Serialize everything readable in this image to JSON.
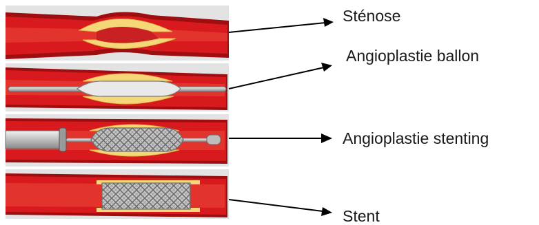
{
  "labels": {
    "stenose": "Sténose",
    "balloon": "Angioplastie ballon",
    "stenting": "Angioplastie stenting",
    "stent": "Stent"
  },
  "colors": {
    "vessel_wall": "#d8191d",
    "vessel_dark": "#9e0d10",
    "lumen": "#e2332d",
    "plaque": "#f5d77a",
    "intima": "#f2e8d5",
    "panel_bg": "#dcdcdc",
    "instrument": "#9a9a9a",
    "arrow": "#000000"
  }
}
